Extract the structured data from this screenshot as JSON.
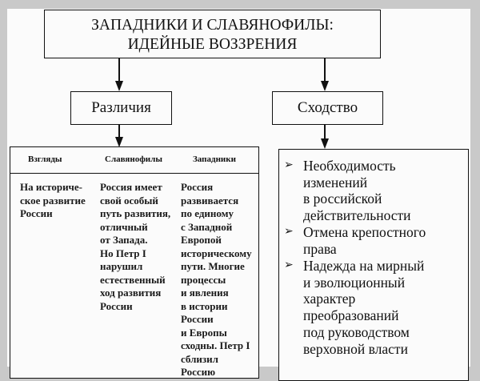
{
  "title": {
    "line1": "ЗАПАДНИКИ И СЛАВЯНОФИЛЫ:",
    "line2": "ИДЕЙНЫЕ ВОЗЗРЕНИЯ"
  },
  "differences": {
    "label": "Различия",
    "headers": [
      "Взгляды",
      "Славянофилы",
      "Западники"
    ],
    "cells": [
      "На историче-\nское развитие\nРоссии",
      "Россия имеет\nсвой особый\nпуть развития,\nотличный\nот Запада.\nНо Петр I\nнарушил\nестественный\nход развития\nРоссии",
      "Россия\nразвивается\nпо единому\nс Западной\nЕвропой\nисторическому\nпути. Многие\nпроцессы\nи явления\nв истории\nРоссии\nи Европы\nсходны. Петр I\nсблизил\nРоссию"
    ]
  },
  "similarity": {
    "label": "Сходство",
    "bullet": "➢",
    "items": [
      "Необходимость\nизменений\nв российской\nдействительности",
      "Отмена крепостного\nправа",
      "Надежда на мирный\nи эволюционный\nхарактер\nпреобразований\nпод руководством\nверховной власти"
    ]
  }
}
